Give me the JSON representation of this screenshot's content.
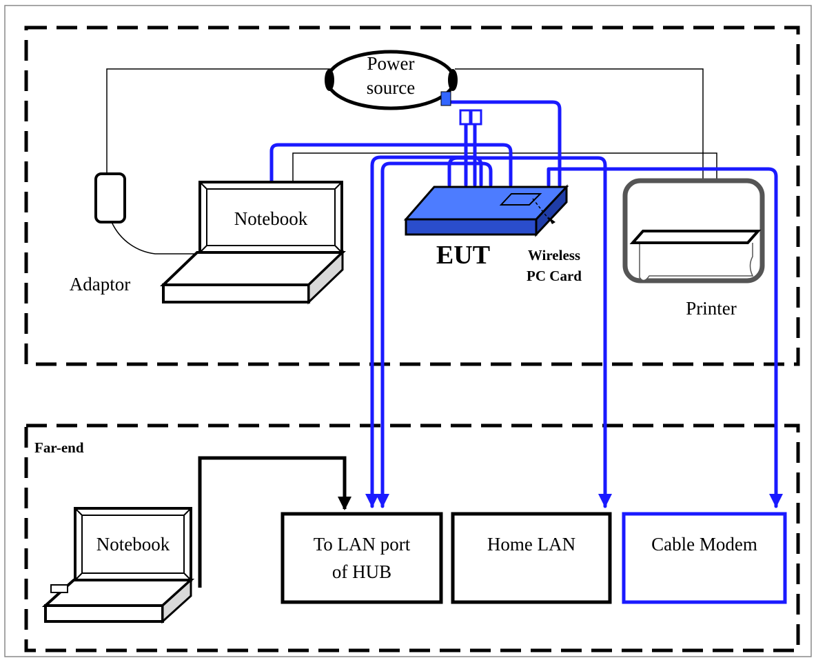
{
  "labels": {
    "power_source_line1": "Power",
    "power_source_line2": "source",
    "notebook_top": "Notebook",
    "eut": "EUT",
    "wireless_line1": "Wireless",
    "wireless_line2": "PC Card",
    "adaptor": "Adaptor",
    "printer": "Printer",
    "far_end": "Far-end",
    "notebook_bottom": "Notebook",
    "lan_hub_line1": "To LAN port",
    "lan_hub_line2": "of HUB",
    "home_lan": "Home LAN",
    "cable_modem": "Cable Modem"
  },
  "colors": {
    "cable_blue": "#1a1aff",
    "eut_top": "#4d7cff",
    "eut_side": "#2a4dcc",
    "plug_blue": "#3366ff",
    "device_gray": "#d9d9d9",
    "frame_gray": "#555555"
  }
}
